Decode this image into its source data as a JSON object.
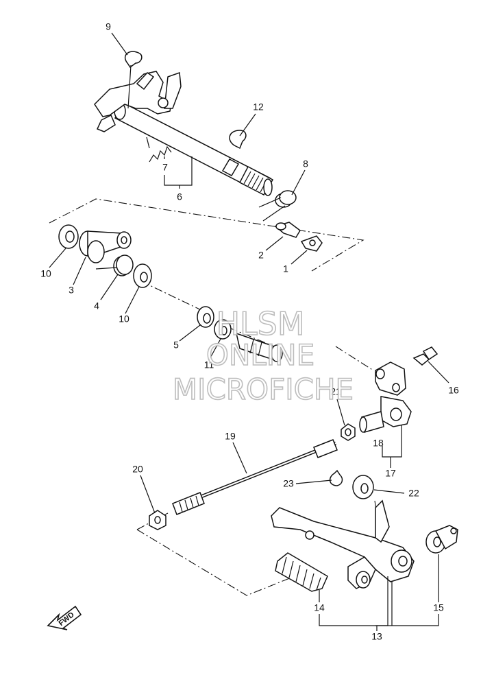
{
  "callouts": [
    "1",
    "2",
    "3",
    "4",
    "5",
    "6",
    "7",
    "8",
    "9",
    "10",
    "10",
    "11",
    "12",
    "13",
    "14",
    "15",
    "16",
    "17",
    "18",
    "19",
    "20",
    "21",
    "22",
    "23"
  ],
  "watermark": {
    "line1": "HLSM",
    "line2": "ONLINE",
    "line3": "MICROFICHE"
  },
  "fwd_badge": "FWD"
}
